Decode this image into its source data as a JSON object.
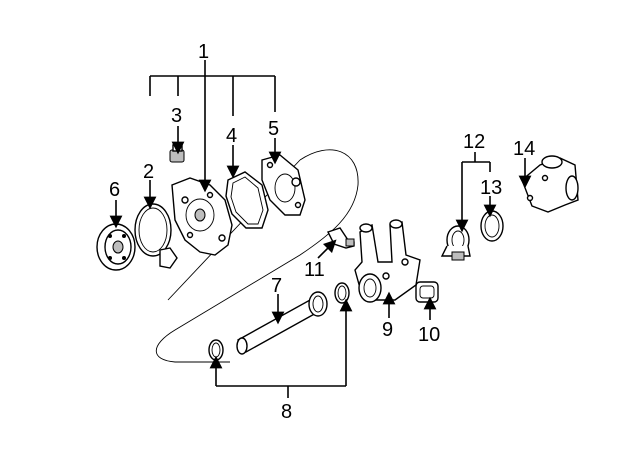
{
  "diagram": {
    "callouts": {
      "c1": "1",
      "c2": "2",
      "c3": "3",
      "c4": "4",
      "c5": "5",
      "c6": "6",
      "c7": "7",
      "c8": "8",
      "c9": "9",
      "c10": "10",
      "c11": "11",
      "c12": "12",
      "c13": "13",
      "c14": "14"
    }
  }
}
